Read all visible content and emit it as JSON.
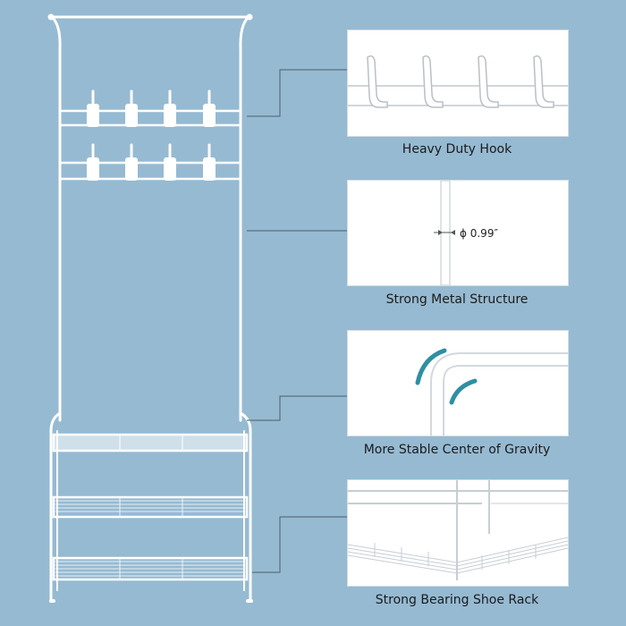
{
  "theme": {
    "background": "#96bad2",
    "frame_color": "#ffffff",
    "callout_line": "#4d5d68",
    "arc_accent": "#2f8fa3"
  },
  "features": [
    {
      "caption": "Heavy Duty Hook",
      "icon": "hook-detail"
    },
    {
      "caption": "Strong Metal Structure",
      "icon": "tube-detail",
      "dimension": "ϕ 0.99″"
    },
    {
      "caption": "More Stable Center of Gravity",
      "icon": "corner-detail"
    },
    {
      "caption": "Strong Bearing Shoe Rack",
      "icon": "shelf-detail"
    }
  ]
}
